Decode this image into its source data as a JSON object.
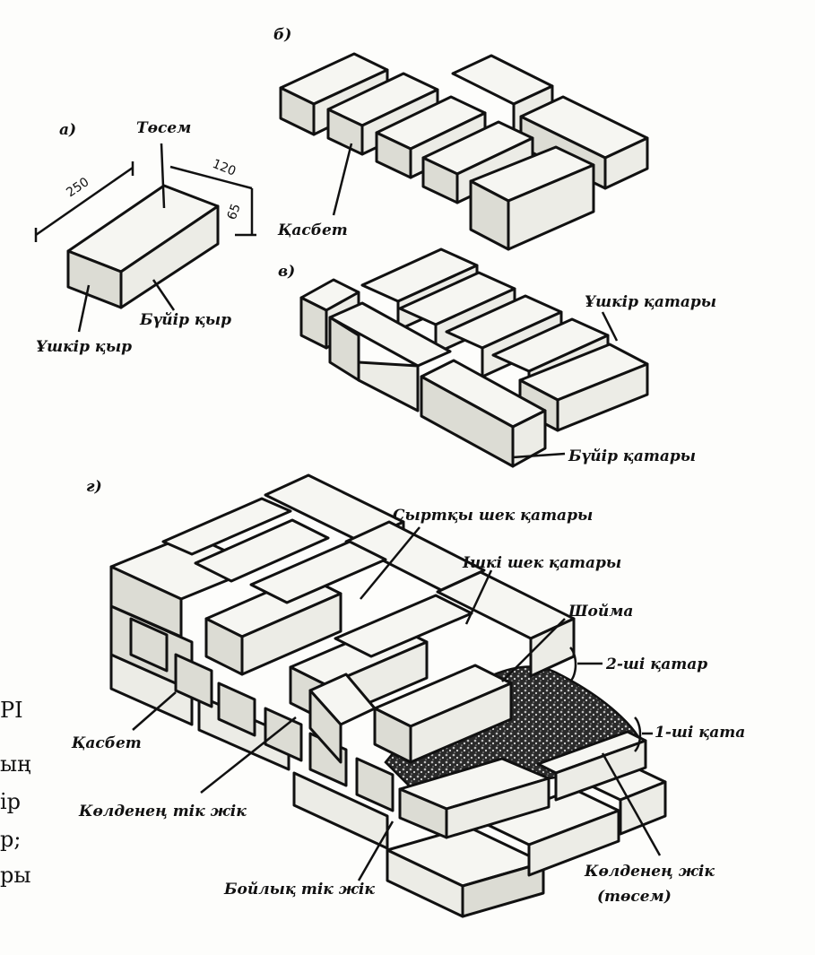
{
  "panels": {
    "a": "а)",
    "b": "б)",
    "v": "в)",
    "g": "г)"
  },
  "brick_a": {
    "length": "250",
    "width": "120",
    "height": "65",
    "labels": {
      "top": "Төсем",
      "long_side": "Бүйір қыр",
      "short_end": "Ұшкір қыр"
    }
  },
  "panel_b": {
    "label": "Қасбет"
  },
  "panel_v": {
    "header_row": "Ұшкір қатары",
    "stretcher_row": "Бүйір қатары"
  },
  "panel_g": {
    "outer_verst": "Сыртқы шек қатары",
    "inner_verst": "Ішкі шек қатары",
    "infill": "Шойма",
    "row2": "2-ші қатар",
    "row1": "1-ші қата",
    "facade": "Қасбет",
    "cross_joint": "Көлденең тік жік",
    "long_joint": "Бойлық тік жік",
    "bed_joint": "Көлденең жік",
    "bed_joint_note": "(төсем)"
  },
  "left_edge_fragments": [
    "РІ",
    "ың",
    "ір",
    "р;",
    "ры"
  ]
}
